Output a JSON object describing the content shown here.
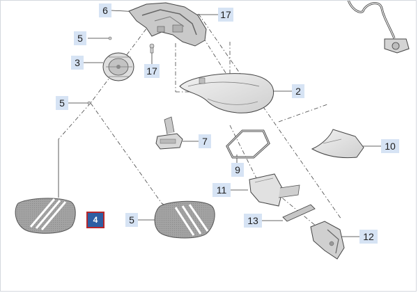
{
  "callouts": {
    "c1": "6",
    "c2": "17",
    "c3": "5",
    "c4": "3",
    "c5": "17",
    "c6": "2",
    "c7": "5",
    "c8": "7",
    "c9": "9",
    "c10": "10",
    "c11": "11",
    "c12": "4",
    "c13": "5",
    "c14": "13",
    "c15": "12"
  },
  "selected_callout": "4",
  "colors": {
    "callout_bg": "#d6e3f4",
    "callout_selected_bg": "#2e5ea3",
    "callout_selected_border": "#b8262b",
    "leader_line": "#333333",
    "part_outline": "#555555",
    "part_fill": "#e4e4e4",
    "mirror_glass": "#9a9a9a"
  }
}
